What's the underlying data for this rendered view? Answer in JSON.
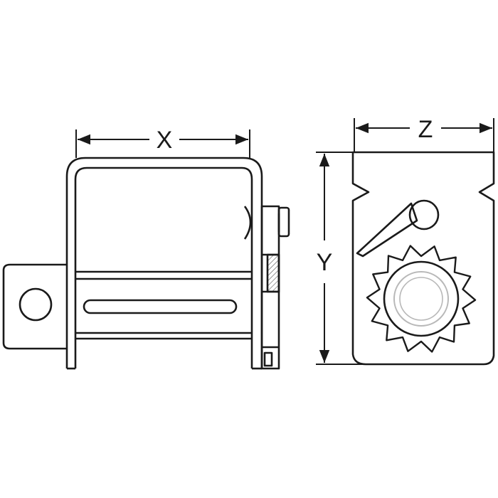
{
  "dimensions": {
    "width_label": "X",
    "height_label": "Y",
    "depth_label": "Z"
  },
  "colors": {
    "line": "#1a1a1a",
    "shade": "#b8b8b8",
    "background": "#ffffff"
  }
}
